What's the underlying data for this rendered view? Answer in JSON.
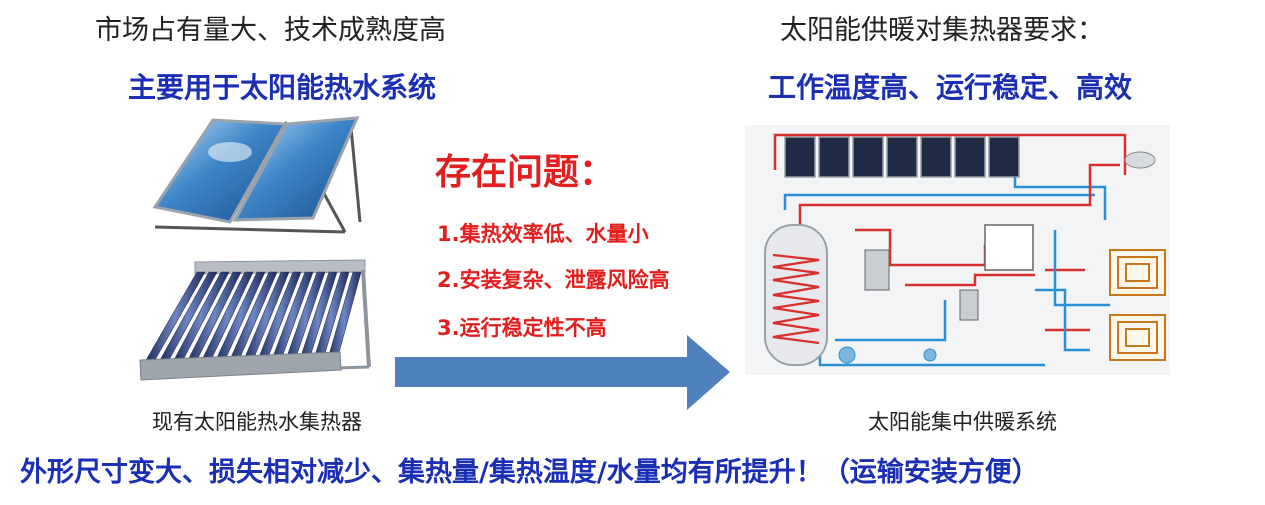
{
  "left": {
    "title": "市场占有量大、技术成熟度高",
    "subtitle": "主要用于太阳能热水系统",
    "caption": "现有太阳能热水集热器"
  },
  "right": {
    "title": "太阳能供暖对集热器要求：",
    "subtitle": "工作温度高、运行稳定、高效",
    "caption": "太阳能集中供暖系统"
  },
  "problems": {
    "heading": "存在问题：",
    "items": [
      "1.集热效率低、水量小",
      "2.安装复杂、泄露风险高",
      "3.运行稳定性不高"
    ]
  },
  "bottom_banner": "外形尺寸变大、损失相对减少、集热量/集热温度/水量均有所提升！（运输安装方便）",
  "colors": {
    "blue_text": "#1b2fb5",
    "red_text": "#e31e1e",
    "arrow": "#4f81bd",
    "pipe_red": "#d9302c",
    "pipe_blue": "#2b8fd6"
  }
}
